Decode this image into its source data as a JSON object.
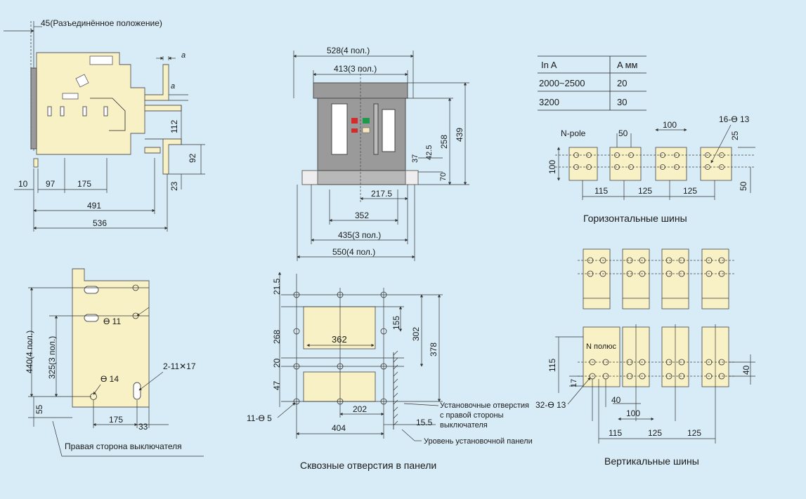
{
  "labels": {
    "disconnected": "45(Разъединённое положение)",
    "a1": "a",
    "a2": "a",
    "d112": "112",
    "d92": "92",
    "d23": "23",
    "d10": "10",
    "d97": "97",
    "d175a": "175",
    "d491": "491",
    "d536": "536",
    "d528": "528(4 пол.)",
    "d413": "413(3 пол.)",
    "d258": "258",
    "d439": "439",
    "d37": "37",
    "d42_5": "42.5",
    "d70": "70",
    "d217_5": "217.5",
    "d352": "352",
    "d435": "435(3 пол.)",
    "d550": "550(4 пол.)",
    "d440": "440(4 пол.)",
    "d325": "325(3 пол.)",
    "d11": "Ө 11",
    "d14": "Ө 14",
    "slot": "2-11✕17",
    "d55": "55",
    "d175b": "175",
    "d33": "33",
    "right_side": "Правая сторона выключателя",
    "d21_5": "21.5",
    "d268": "268",
    "d20": "20",
    "d47": "47",
    "d155": "155",
    "d302": "302",
    "d378": "378",
    "d362": "362",
    "d202": "202",
    "d404": "404",
    "holes11": "11-Ө 5",
    "d15_5": "15.5",
    "mount_holes_1": "Установочные отверстия",
    "mount_holes_2": "с правой стороны",
    "mount_holes_3": "выключателя",
    "panel_level": "Уровень установочной панели",
    "panel_caption": "Сквозные отверстия в панели",
    "npole": "N-pole",
    "h50a": "50",
    "h100a": "100",
    "h16": "16-Ө 13",
    "h25": "25",
    "h100b": "100",
    "h50b": "50",
    "h115": "115",
    "h125a": "125",
    "h125b": "125",
    "horiz_caption": "Горизонтальные шины",
    "npolus": "N полюс",
    "v115": "115",
    "v17": "17",
    "v40a": "40",
    "v40b": "40",
    "v100": "100",
    "v32": "32-Ө 13",
    "v115b": "115",
    "v125a": "125",
    "v125b": "125",
    "vert_caption": "Вертикальные шины"
  },
  "table": {
    "header": [
      "In A",
      "A мм"
    ],
    "rows": [
      [
        "2000~2500",
        "20"
      ],
      [
        "3200",
        "30"
      ]
    ]
  },
  "colors": {
    "background": "#d8ecf7",
    "part_fill": "#f9f1c6",
    "body_grey": "#9a9a9a",
    "red_button": "#d42a2a",
    "green_button": "#1e9a4a"
  }
}
